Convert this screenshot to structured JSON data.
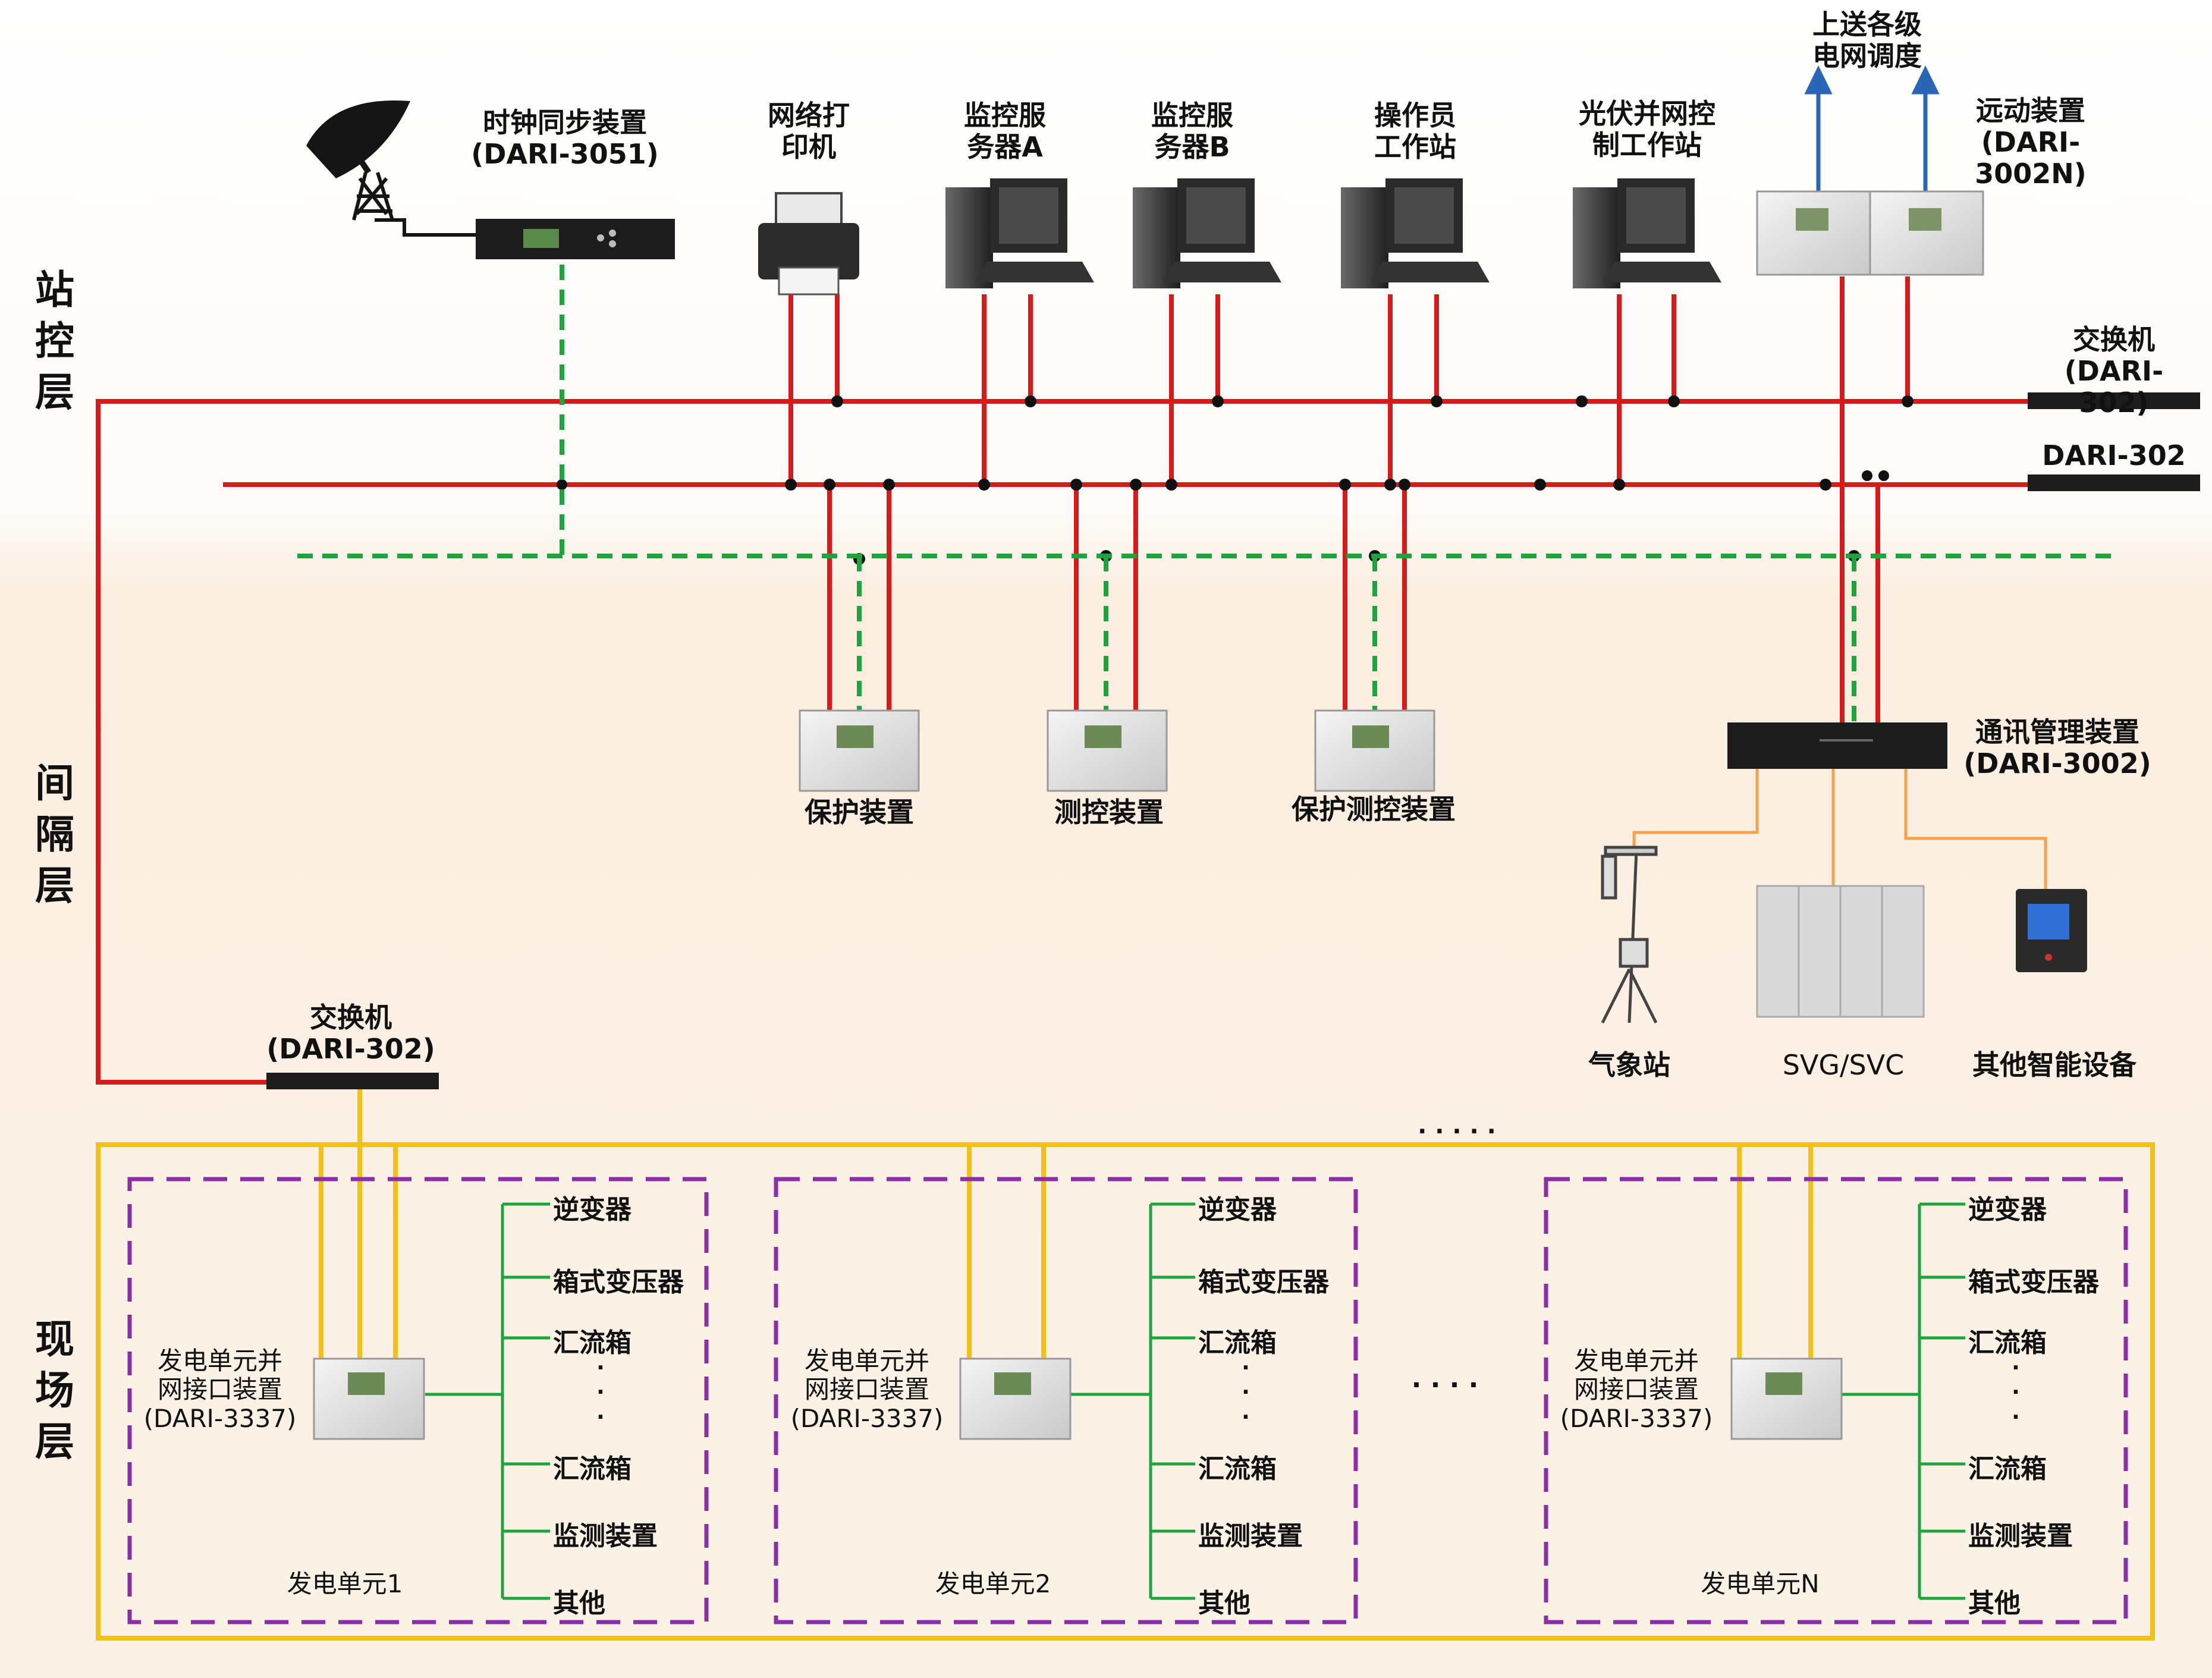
{
  "layers": {
    "station": "站\n控\n层",
    "bay": "间\n隔\n层",
    "field": "现\n场\n层"
  },
  "station_devices": {
    "clock": "时钟同步装置\n(DARI-3051)",
    "printer": "网络打\n印机",
    "server_a": "监控服\n务器A",
    "server_b": "监控服\n务器B",
    "operator": "操作员\n工作站",
    "pv_ctrl": "光伏并网控\n制工作站",
    "upstream": "上送各级\n电网调度",
    "remote": "远动装置\n(DARI-3002N)",
    "switch1": "交换机\n(DARI-302)",
    "switch2": "DARI-302"
  },
  "bay_devices": {
    "protection": "保护装置",
    "measure": "测控装置",
    "prot_measure": "保护测控装置",
    "comm_mgr": "通讯管理装置\n(DARI-3002)",
    "weather": "气象站",
    "svg": "SVG/SVC",
    "other_smart": "其他智能设备"
  },
  "field": {
    "switch": "交换机\n(DARI-302)",
    "interface": "发电单元并\n网接口装置\n(DARI-3337)",
    "units": [
      "发电单元1",
      "发电单元2",
      "发电单元N"
    ],
    "items": [
      "逆变器",
      "箱式变压器",
      "汇流箱",
      "汇流箱",
      "监测装置",
      "其他"
    ],
    "dots": "· · · ·",
    "top_dots": "· · · · ·",
    "vdots": "·\n·\n·"
  },
  "colors": {
    "red": "#d71a1a",
    "green": "#1ea43c",
    "yellow": "#f2c019",
    "purple": "#8a2fa6",
    "orange": "#f5a24a",
    "blue": "#2a66b8"
  }
}
